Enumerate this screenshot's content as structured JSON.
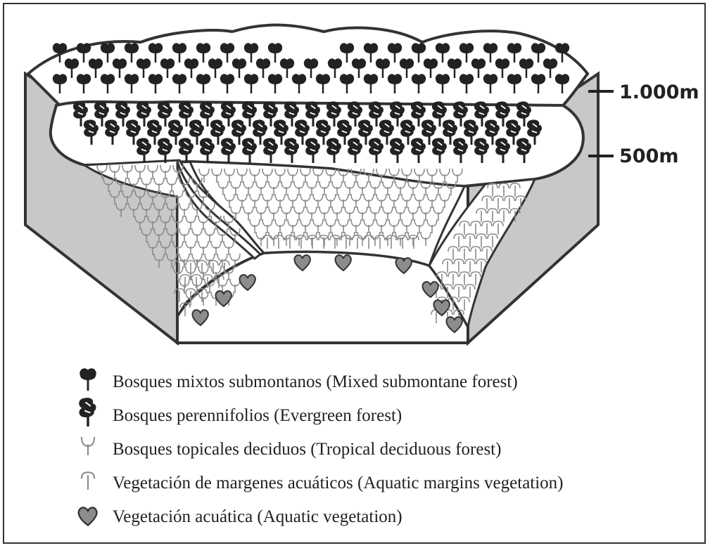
{
  "altitude_labels": {
    "upper": "1.000m",
    "lower": "500m"
  },
  "zones": [
    {
      "id": "mixed-submontane",
      "fill": "#ffffff",
      "symbol": "mixed-tree-icon"
    },
    {
      "id": "evergreen",
      "fill": "#ffffff",
      "symbol": "evergreen-tree-icon"
    },
    {
      "id": "tropical-deciduous",
      "fill": "#ffffff",
      "symbol": "deciduous-plant-icon"
    },
    {
      "id": "aquatic-margins",
      "fill": "#ffffff",
      "symbol": "margin-plant-icon"
    },
    {
      "id": "aquatic",
      "fill": "#ffffff",
      "symbol": "aquatic-plant-icon"
    }
  ],
  "colors": {
    "outline": "#333333",
    "side_wall": "#c8c8c8",
    "symbol_light": "#9a9a9a",
    "symbol_dark": "#222222",
    "aquatic_fill": "#8c8c8c"
  },
  "legend": [
    {
      "icon": "mixed-tree-icon",
      "label": "Bosques mixtos submontanos (Mixed submontane forest)"
    },
    {
      "icon": "evergreen-tree-icon",
      "label": "Bosques perennifolios (Evergreen forest)"
    },
    {
      "icon": "deciduous-plant-icon",
      "label": "Bosques topicales deciduos (Tropical deciduous forest)"
    },
    {
      "icon": "margin-plant-icon",
      "label": "Vegetación de margenes acuáticos (Aquatic margins vegetation)"
    },
    {
      "icon": "aquatic-plant-icon",
      "label": "Vegetación acuática (Aquatic vegetation)"
    }
  ]
}
